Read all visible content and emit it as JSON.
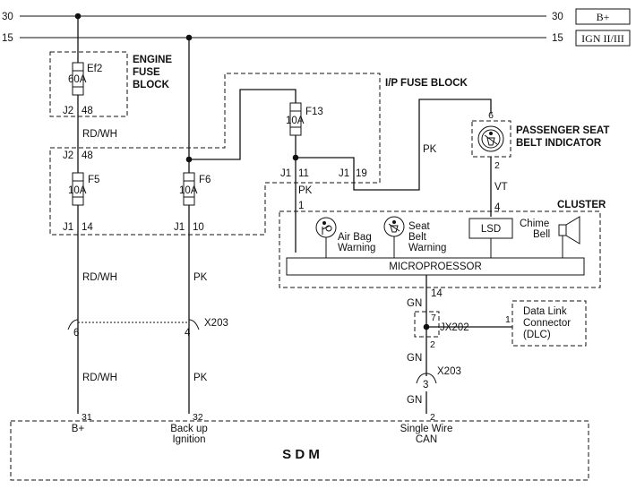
{
  "rails": {
    "b30": {
      "left": "30",
      "right": "30",
      "tag": "B+"
    },
    "b15": {
      "left": "15",
      "right": "15",
      "tag": "IGN II/III"
    }
  },
  "engine_fuse_block": {
    "title": [
      "ENGINE",
      "FUSE",
      "BLOCK"
    ],
    "fuse": {
      "name": "Ef2",
      "rating": "60A"
    },
    "connector_out": {
      "name": "J2",
      "pin": "48"
    }
  },
  "ip_fuse_block": {
    "title": "I/P FUSE BLOCK",
    "conn_in": {
      "name": "J2",
      "pin": "48"
    },
    "f5": {
      "name": "F5",
      "rating": "10A",
      "out_name": "J1",
      "out_pin": "14"
    },
    "f6": {
      "name": "F6",
      "rating": "10A",
      "out_name": "J1",
      "out_pin": "10"
    },
    "f13": {
      "name": "F13",
      "rating": "10A"
    },
    "j1_11": {
      "name": "J1",
      "pin": "11"
    },
    "j1_19": {
      "name": "J1",
      "pin": "19"
    }
  },
  "wires": {
    "rdwh_1": "RD/WH",
    "rdwh_2": "RD/WH",
    "rdwh_3": "RD/WH",
    "pk_1": "PK",
    "pk_2": "PK",
    "pk_3": "PK",
    "pk_4": "PK",
    "vt": "VT",
    "gn_1": "GN",
    "gn_2": "GN",
    "gn_3": "GN"
  },
  "passenger_seat_belt_indicator": {
    "title": [
      "PASSENGER SEAT",
      "BELT INDICATOR"
    ],
    "pin_top": "6",
    "pin_bottom": "2"
  },
  "cluster": {
    "title": "CLUSTER",
    "pin_4": "4",
    "pin_1": "1",
    "airbag": [
      "Air Bag",
      "Warning"
    ],
    "seatbelt": [
      "Seat",
      "Belt",
      "Warning"
    ],
    "lsd": "LSD",
    "chime": [
      "Chime",
      "Bell"
    ],
    "micro": "MICROPROESSOR",
    "pin_14": "14"
  },
  "x203_top": {
    "name": "X203",
    "pin_rdwh": "6",
    "pin_pk": "4"
  },
  "jx202": {
    "name": "JX202",
    "pin_top": "7",
    "pin_bottom": "2",
    "pin_side": "1"
  },
  "dlc": {
    "title": [
      "Data Link",
      "Connector",
      "(DLC)"
    ]
  },
  "x203_bottom": {
    "name": "X203",
    "pin": "3"
  },
  "sdm": {
    "title": "S D M",
    "pins": [
      {
        "num": "31",
        "label": [
          "B+"
        ]
      },
      {
        "num": "32",
        "label": [
          "Back up",
          "Ignition"
        ]
      },
      {
        "num": "2",
        "label": [
          "Single Wire",
          "CAN"
        ]
      }
    ]
  }
}
